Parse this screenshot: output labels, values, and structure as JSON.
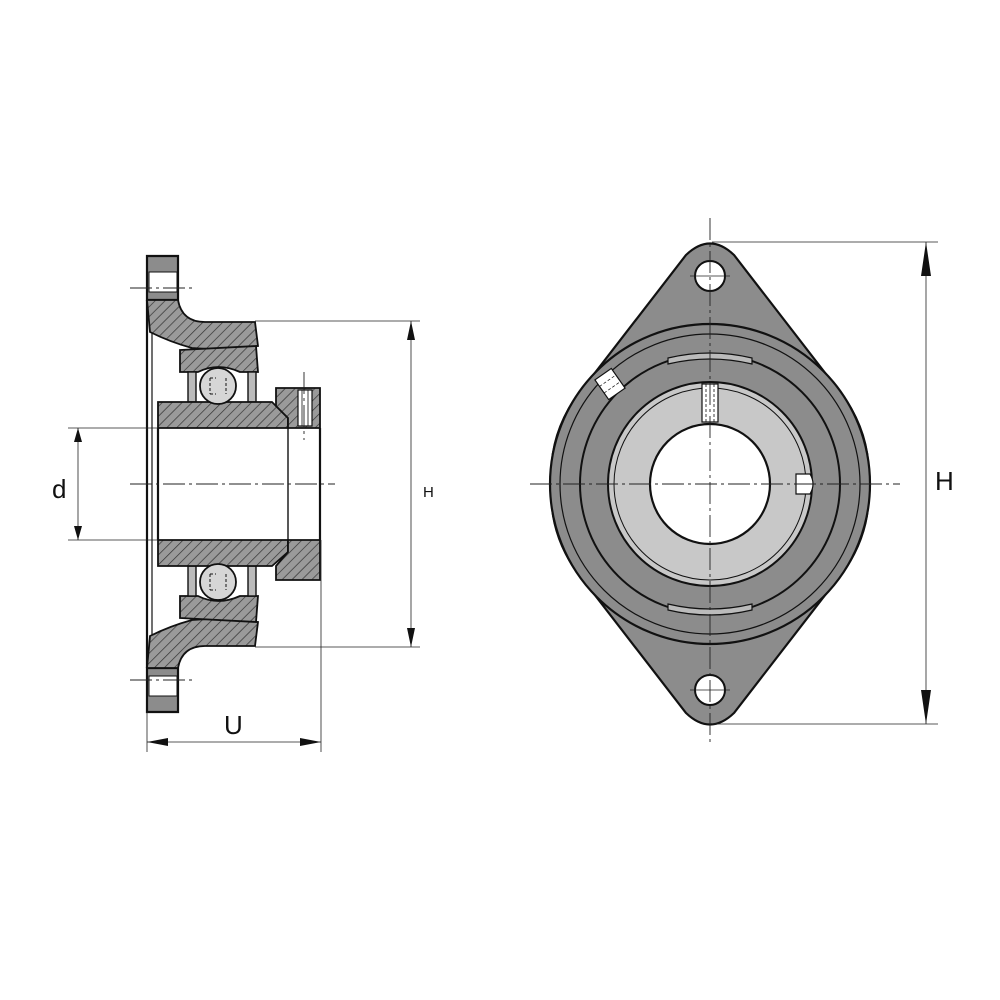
{
  "dimensions": {
    "shaft_diameter": "d",
    "housing_height_side": "H",
    "overall_height_front": "H",
    "overall_width": "U"
  },
  "colors": {
    "housing_fill": "#8c8c8c",
    "insert_fill": "#c8c8c8",
    "line": "#111111",
    "background": "#ffffff"
  }
}
